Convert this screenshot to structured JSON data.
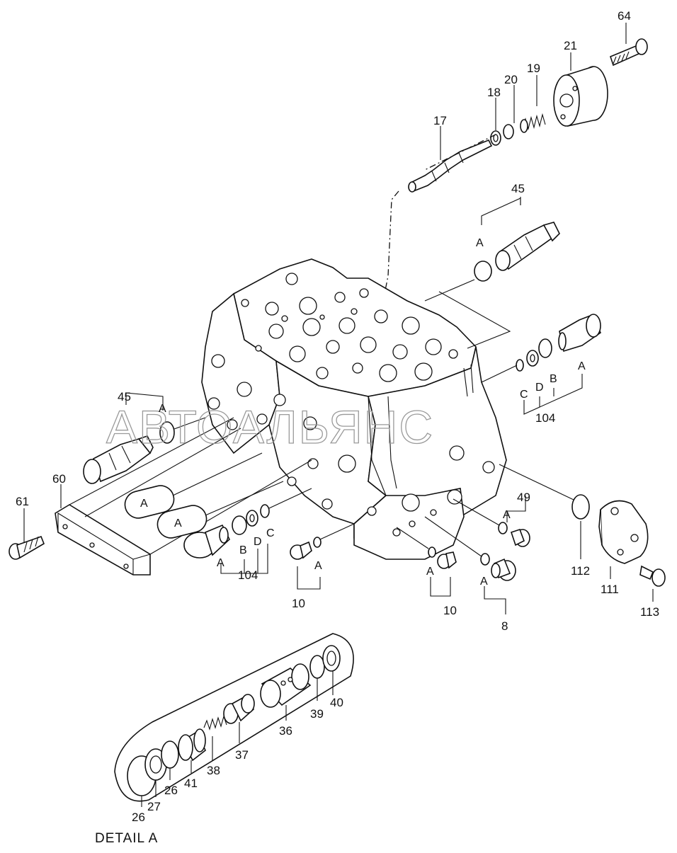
{
  "watermark": "АВТОАЛЬЯНС",
  "caption": "DETAIL A",
  "labels": {
    "p64": "64",
    "p21": "21",
    "p19": "19",
    "p20": "20",
    "p18": "18",
    "p17": "17",
    "p45_top": "45",
    "p45_left": "45",
    "a_45_top": "A",
    "a_45_left": "A",
    "a_right_plug": "A",
    "b_right": "B",
    "d_right": "D",
    "c_right": "C",
    "p104_right": "104",
    "p60": "60",
    "p61": "61",
    "a_oval1": "A",
    "a_oval2": "A",
    "a_104_left": "A",
    "b_left": "B",
    "d_left": "D",
    "c_left": "C",
    "p104_left": "104",
    "a_10_left": "A",
    "p10_left": "10",
    "a_10_mid": "A",
    "p10_mid": "10",
    "a_8": "A",
    "p8": "8",
    "p49": "49",
    "a_49": "A",
    "p112": "112",
    "p111": "111",
    "p113": "113",
    "p26_a": "26",
    "p27": "27",
    "p26_b": "26",
    "p41": "41",
    "p38": "38",
    "p37": "37",
    "p36": "36",
    "p39": "39",
    "p40": "40"
  }
}
